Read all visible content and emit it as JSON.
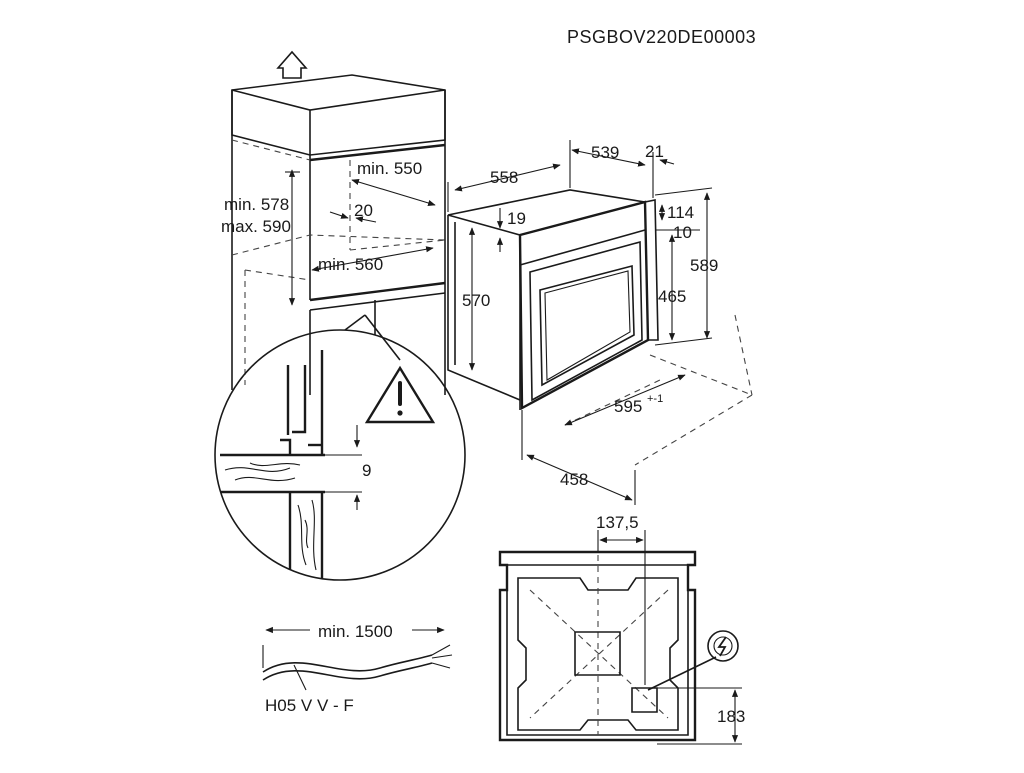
{
  "document_code": "PSGBOV220DE00003",
  "cabinet": {
    "min_height": "min. 578",
    "max_height": "max. 590",
    "min_depth": "min. 550",
    "gap": "20",
    "min_width": "min. 560"
  },
  "detail": {
    "gap": "9",
    "warning_icon": "warning-triangle-icon"
  },
  "oven": {
    "depth_total": "558",
    "depth_body": "539",
    "front_offset": "21",
    "top_offset": "19",
    "height_right_top": "114",
    "height_right_small": "10",
    "height_total": "589",
    "height_body": "570",
    "door_height": "465",
    "width": "595",
    "width_tol": "+-1",
    "depth_base": "458"
  },
  "bottom_view": {
    "offset": "137,5",
    "socket_height": "183",
    "socket_icon": "electric-connection-icon"
  },
  "cable": {
    "length": "min. 1500",
    "type": "H05 V V - F"
  }
}
